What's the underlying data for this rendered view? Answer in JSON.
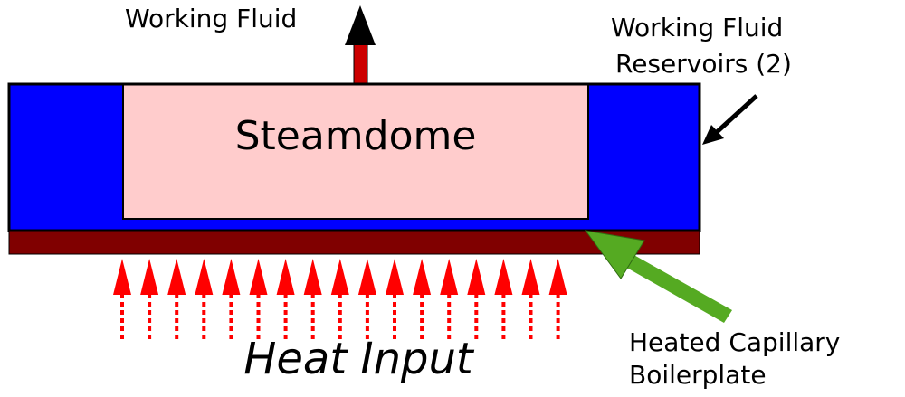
{
  "labels": {
    "working_fluid": "Working Fluid",
    "reservoirs_line1": "Working Fluid",
    "reservoirs_line2": "Reservoirs (2)",
    "steamdome": "Steamdome",
    "heat_input": "Heat Input",
    "boilerplate_line1": "Heated Capillary",
    "boilerplate_line2": "Boilerplate"
  },
  "heat_arrow_count": 17,
  "colors": {
    "reservoir": "#0000ff",
    "steamdome": "#ffcccc",
    "boilerplate": "#800000",
    "heat_arrow": "#ff0000",
    "outflow_shaft": "#cc0000",
    "outflow_head": "#000000",
    "pointer_green": "#55aa22",
    "outline": "#000000"
  }
}
